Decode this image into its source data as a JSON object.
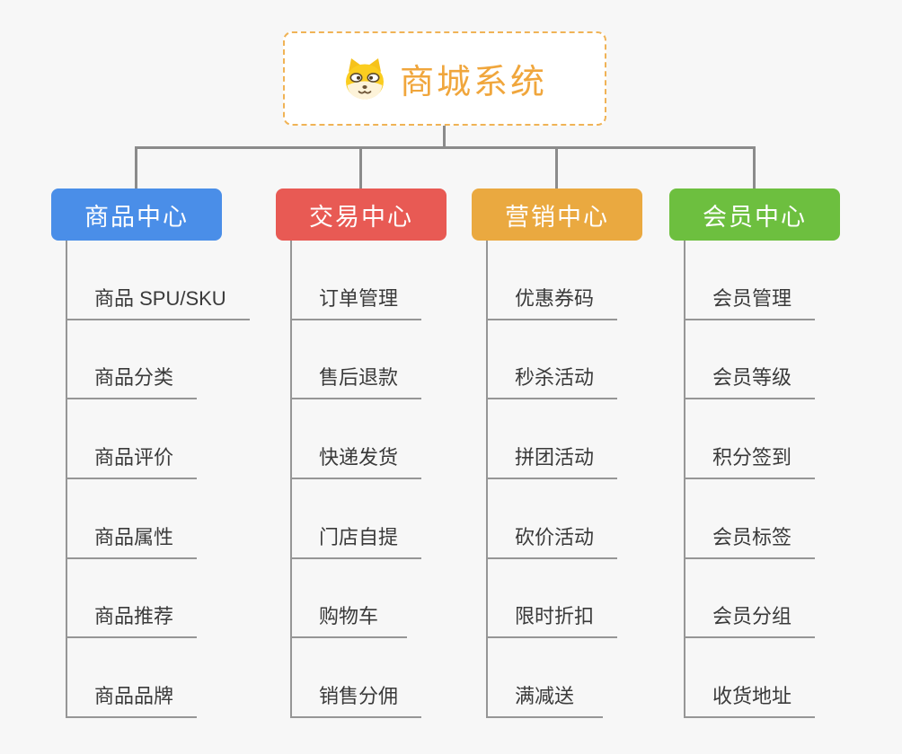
{
  "page": {
    "background_color": "#f7f7f7",
    "connector_color": "#8b8b8b",
    "leaf_line_color": "#969696",
    "leaf_text_color": "#3a3a3a"
  },
  "root": {
    "title": "商城系统",
    "title_color": "#f0a63c",
    "border_color": "#f0b356",
    "icon": "dog-face-icon"
  },
  "branches": [
    {
      "label": "商品中心",
      "color": "#4a8ee8",
      "children": [
        "商品 SPU/SKU",
        "商品分类",
        "商品评价",
        "商品属性",
        "商品推荐",
        "商品品牌"
      ]
    },
    {
      "label": "交易中心",
      "color": "#e85a54",
      "children": [
        "订单管理",
        "售后退款",
        "快递发货",
        "门店自提",
        "购物车",
        "销售分佣"
      ]
    },
    {
      "label": "营销中心",
      "color": "#eaa940",
      "children": [
        "优惠券码",
        "秒杀活动",
        "拼团活动",
        "砍价活动",
        "限时折扣",
        "满减送"
      ]
    },
    {
      "label": "会员中心",
      "color": "#6dbf3f",
      "children": [
        "会员管理",
        "会员等级",
        "积分签到",
        "会员标签",
        "会员分组",
        "收货地址"
      ]
    }
  ]
}
